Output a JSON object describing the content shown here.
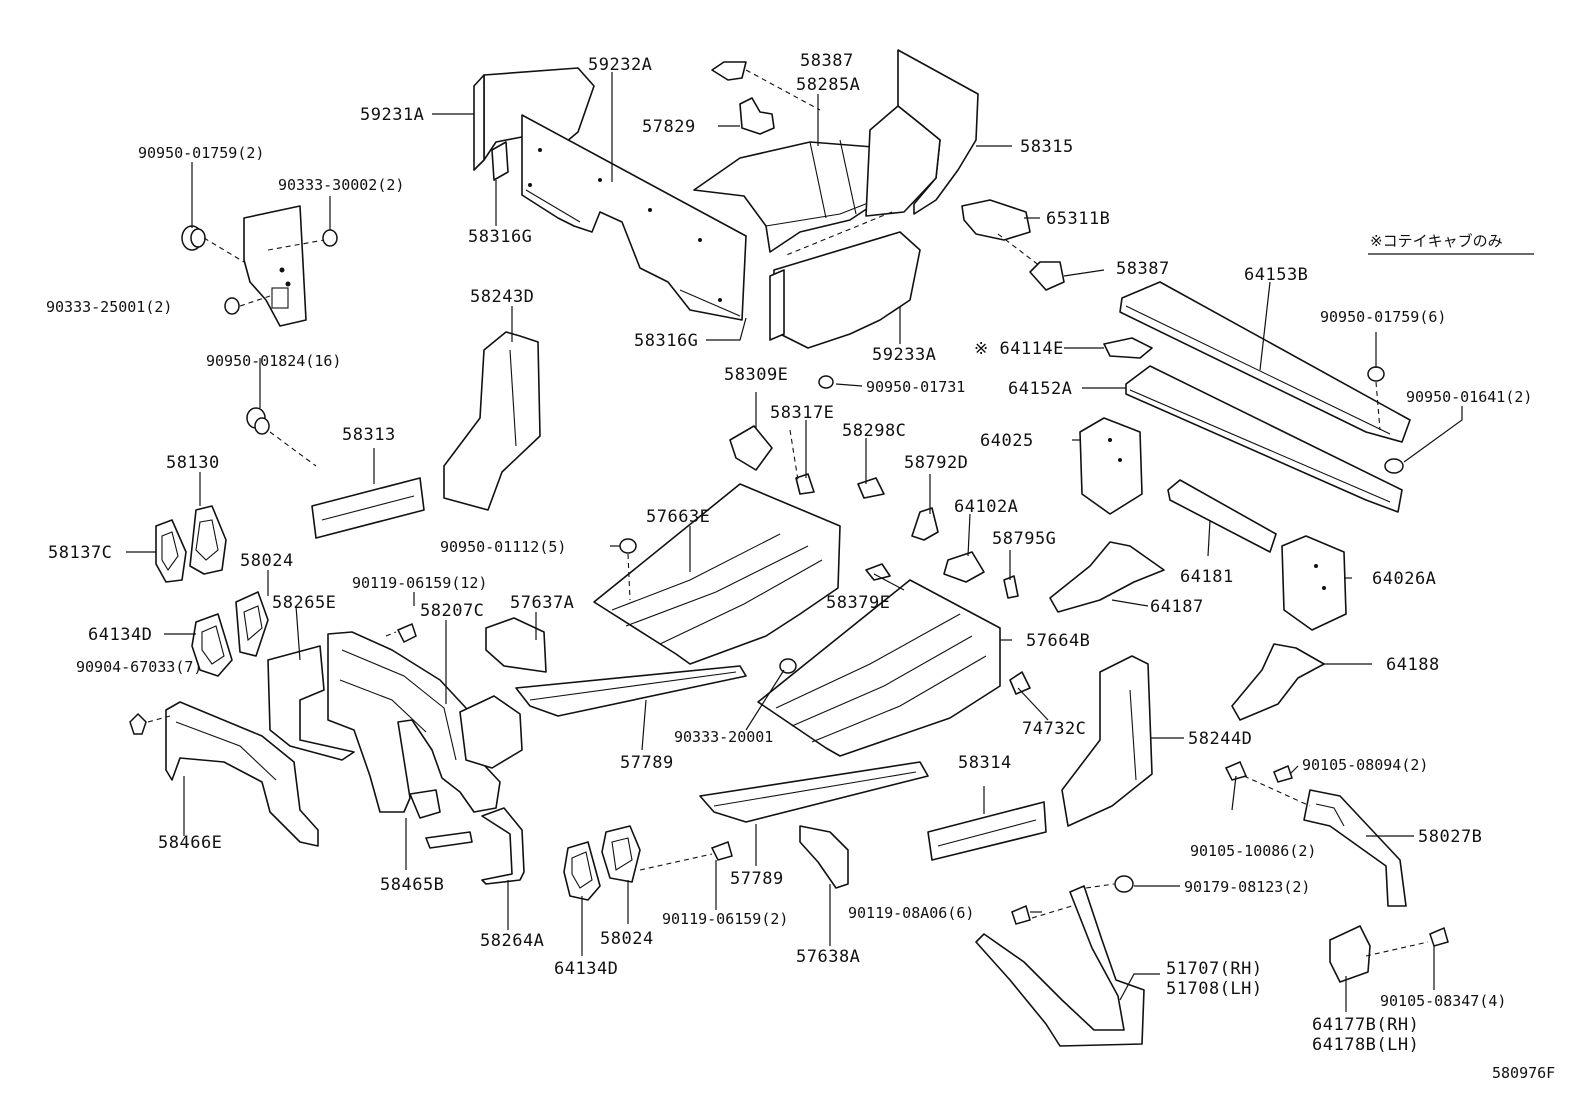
{
  "diagram": {
    "note": "※コテイキャブのみ",
    "figure_id": "580976F",
    "labels": [
      "59232A",
      "58387",
      "58285A",
      "59231A",
      "57829",
      "58315",
      "90950-01759(2)",
      "90333-30002(2)",
      "58316G",
      "65311B",
      "90333-25001(2)",
      "58387",
      "64153B",
      "58243D",
      "58316G",
      "59233A",
      "90950-01759(6)",
      "※ 64114E",
      "90950-01824(16)",
      "58309E",
      "90950-01731",
      "64152A",
      "90950-01641(2)",
      "58313",
      "58317E",
      "58298C",
      "64025",
      "58130",
      "58792D",
      "57663E",
      "64102A",
      "58137C",
      "90950-01112(5)",
      "58795G",
      "58024",
      "64181",
      "90119-06159(12)",
      "64026A",
      "58265E",
      "58207C",
      "57637A",
      "58379E",
      "64187",
      "64134D",
      "57664B",
      "90904-67033(7)",
      "64188",
      "74732C",
      "90333-20001",
      "58244D",
      "57789",
      "90105-08094(2)",
      "58314",
      "58466E",
      "58027B",
      "58465B",
      "57789",
      "90105-10086(2)",
      "90179-08123(2)",
      "90119-06159(2)",
      "90119-08A06(6)",
      "58264A",
      "58024",
      "64134D",
      "57638A",
      "51707(RH)",
      "51708(LH)",
      "90105-08347(4)",
      "64177B(RH)",
      "64178B(LH)"
    ]
  }
}
